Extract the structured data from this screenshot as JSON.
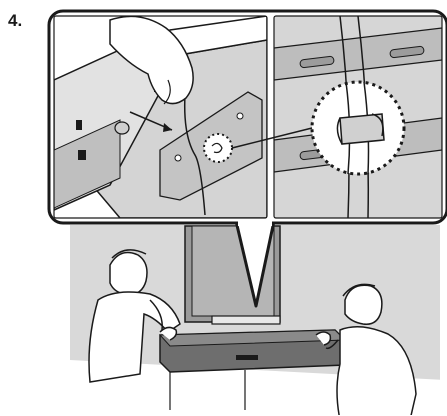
{
  "step": {
    "number": "4."
  },
  "colors": {
    "outline": "#1a1a1a",
    "panel_gray": "#cfcfcf",
    "wall_gray": "#d9d9d9",
    "shadow_gray": "#8a8a8a",
    "soundbar": "#6e6e6e",
    "white": "#ffffff"
  },
  "callout": {
    "shape": "rounded-rectangle",
    "insets": 2,
    "zoom_marker": "dotted-circle"
  },
  "icons": [
    "hand-icon",
    "cable-clip-icon",
    "arrow-icon",
    "person-icon",
    "soundbar-icon",
    "tv-icon"
  ]
}
